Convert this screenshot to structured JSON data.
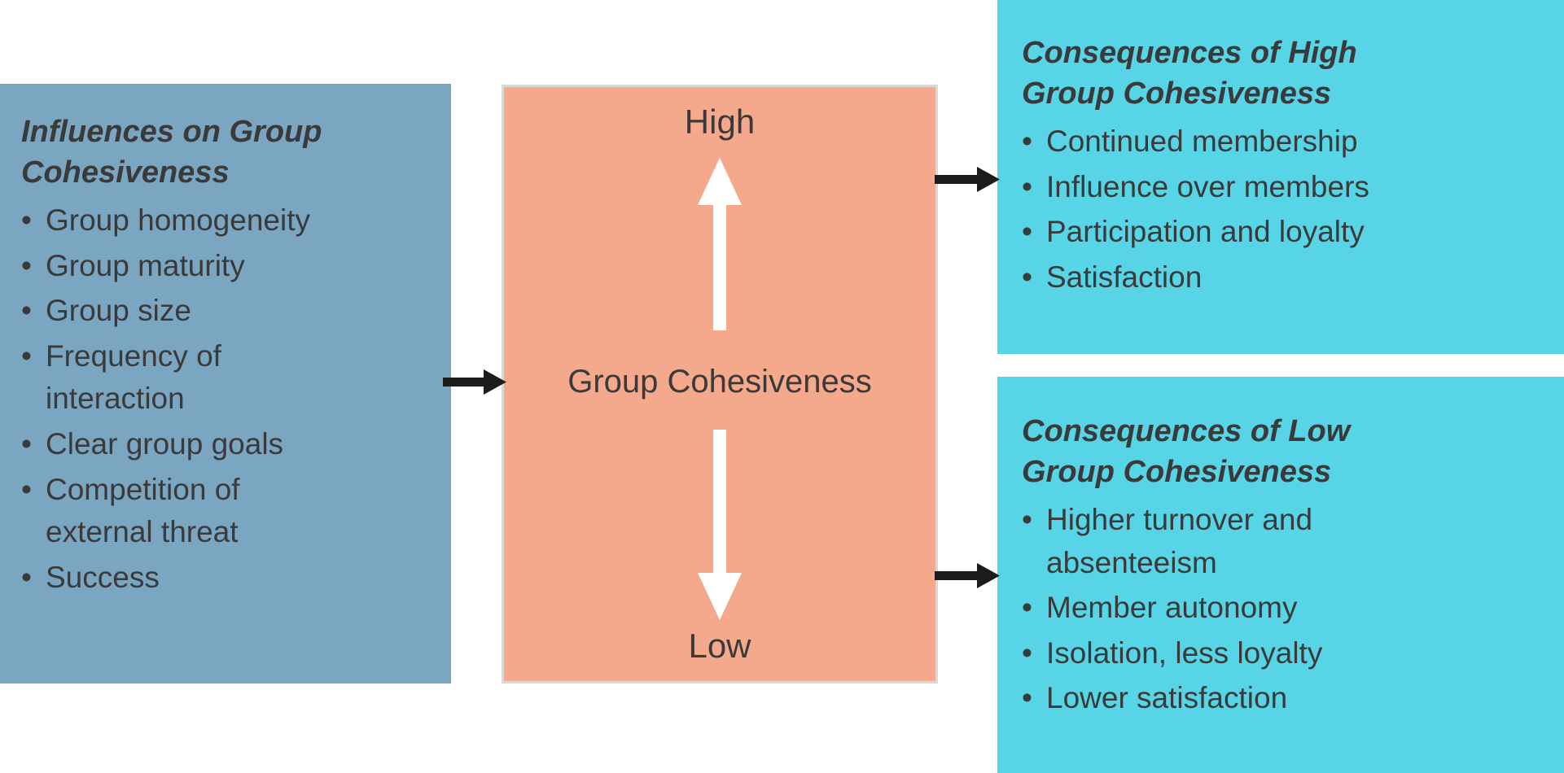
{
  "colors": {
    "influences_bg": "#7ba6c2",
    "center_bg": "#f5a98c",
    "center_border": "#d8d8d8",
    "consequences_bg": "#57d5e6",
    "text": "#3a3a3a",
    "arrow_dark": "#1c1c1c",
    "arrow_light": "#ffffff",
    "page_bg": "#ffffff"
  },
  "influences": {
    "title": "Influences on Group\nCohesiveness",
    "items": [
      "Group homogeneity",
      "Group maturity",
      "Group size",
      "Frequency of\ninteraction",
      "Clear group goals",
      "Competition of\nexternal threat",
      "Success"
    ]
  },
  "center": {
    "high": "High",
    "title": "Group Cohesiveness",
    "low": "Low"
  },
  "high_consequences": {
    "title": "Consequences of High\nGroup Cohesiveness",
    "items": [
      "Continued membership",
      "Influence over members",
      "Participation and loyalty",
      "Satisfaction"
    ]
  },
  "low_consequences": {
    "title": "Consequences of Low\nGroup Cohesiveness",
    "items": [
      "Higher turnover and\nabsenteeism",
      "Member autonomy",
      "Isolation, less loyalty",
      "Lower satisfaction"
    ]
  }
}
